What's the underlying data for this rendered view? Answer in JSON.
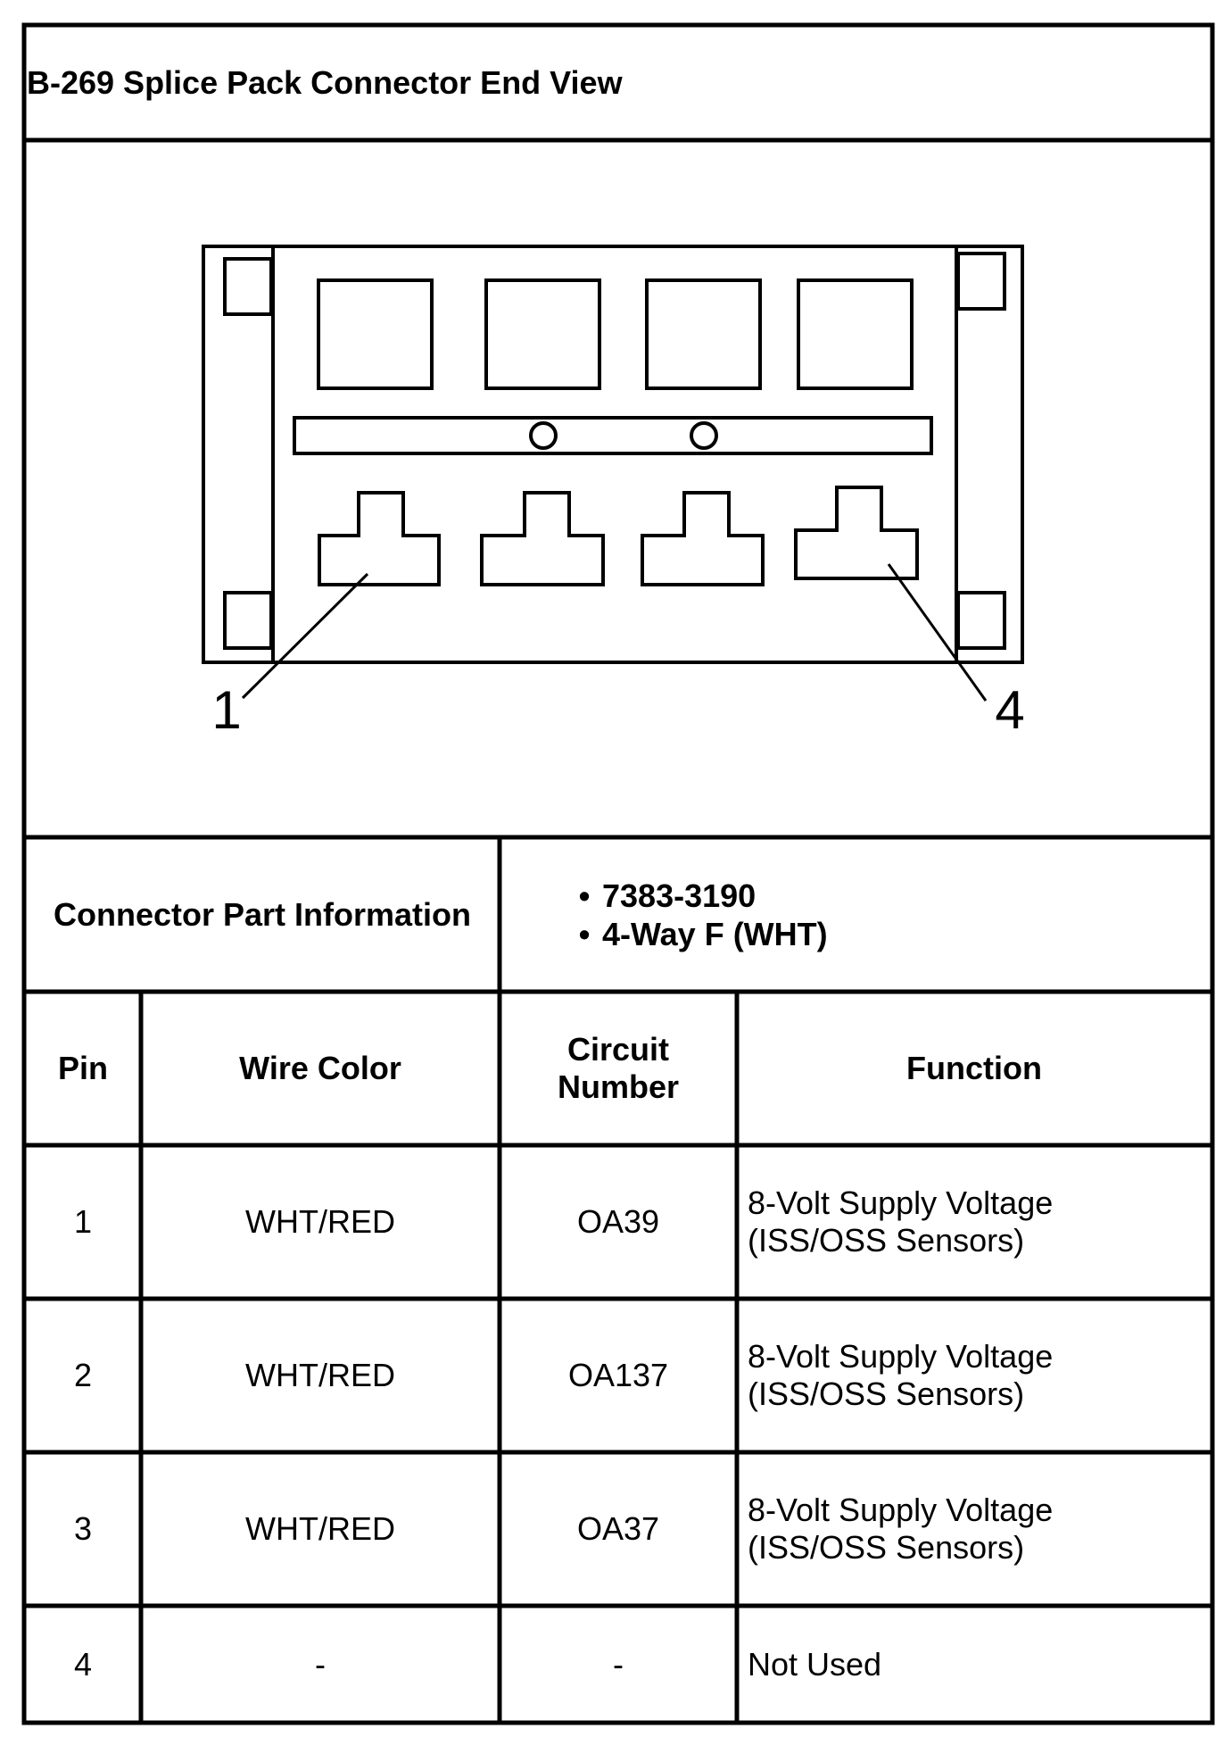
{
  "title": "B-269 Splice Pack Connector End View",
  "diagram": {
    "pin_label_first": "1",
    "pin_label_last": "4"
  },
  "part_info": {
    "label": "Connector Part Information",
    "items": [
      "7383-3190",
      "4-Way F (WHT)"
    ]
  },
  "table": {
    "headers": {
      "pin": "Pin",
      "wire_color": "Wire Color",
      "circuit_line1": "Circuit",
      "circuit_line2": "Number",
      "function": "Function"
    },
    "rows": [
      {
        "pin": "1",
        "wire_color": "WHT/RED",
        "circuit": "OA39",
        "function_line1": "8-Volt Supply Voltage",
        "function_line2": "(ISS/OSS Sensors)"
      },
      {
        "pin": "2",
        "wire_color": "WHT/RED",
        "circuit": "OA137",
        "function_line1": "8-Volt Supply Voltage",
        "function_line2": "(ISS/OSS Sensors)"
      },
      {
        "pin": "3",
        "wire_color": "WHT/RED",
        "circuit": "OA37",
        "function_line1": "8-Volt Supply Voltage",
        "function_line2": "(ISS/OSS Sensors)"
      },
      {
        "pin": "4",
        "wire_color": "-",
        "circuit": "-",
        "function_line1": "Not Used",
        "function_line2": ""
      }
    ]
  }
}
